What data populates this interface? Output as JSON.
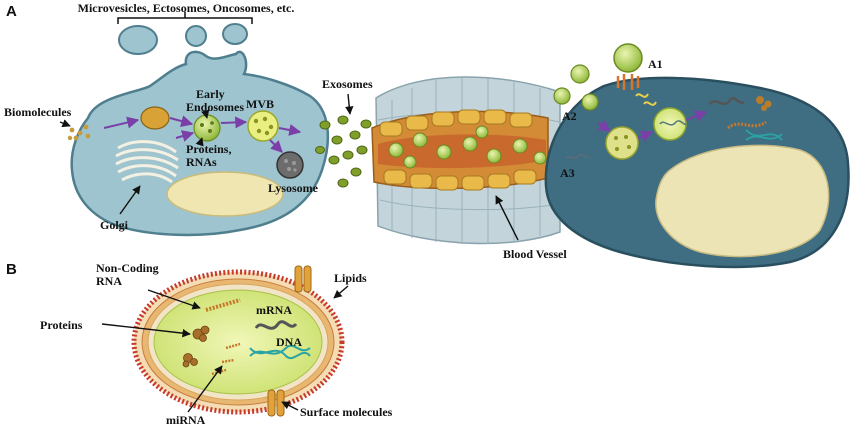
{
  "panels": {
    "a": "A",
    "b": "B"
  },
  "panel_a": {
    "microvesicles": "Microvesicles, Ectosomes, Oncosomes, etc.",
    "biomolecules": "Biomolecules",
    "early_endosomes_1": "Early",
    "early_endosomes_2": "Endosomes",
    "mvb": "MVB",
    "proteins_rnas_1": "Proteins,",
    "proteins_rnas_2": "RNAs",
    "lysosome": "Lysosome",
    "golgi": "Golgi",
    "exosomes": "Exosomes",
    "blood_vessel": "Blood Vessel",
    "a1": "A1",
    "a2": "A2",
    "a3": "A3"
  },
  "panel_b": {
    "non_coding_1": "Non-Coding",
    "non_coding_2": "RNA",
    "lipids": "Lipids",
    "mrna": "mRNA",
    "proteins": "Proteins",
    "dna": "DNA",
    "mirna": "miRNA",
    "surface_molecules": "Surface molecules"
  },
  "colors": {
    "cell_fill": "#9ec4cf",
    "cell_edge": "#4f7f8f",
    "nucleus": "#efe6b2",
    "vesicle_green": "#b7d55a",
    "vessel_orange": "#d38b35",
    "arrow_purple": "#7a3fa8",
    "membrane_red": "#c73a2a"
  }
}
